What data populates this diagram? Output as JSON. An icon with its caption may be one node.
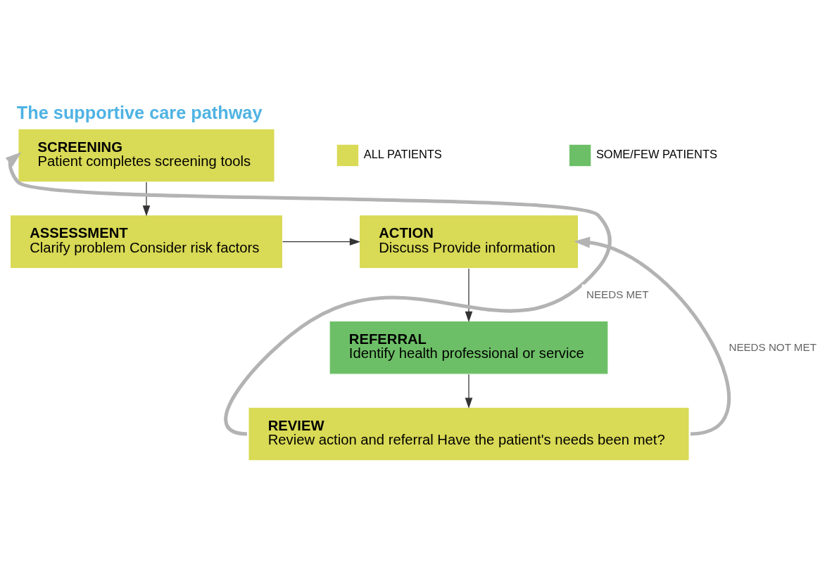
{
  "diagram": {
    "title": "The supportive care pathway",
    "nodes": [
      {
        "text": [
          "SCREENING",
          "Patient completes screening tools"
        ]
      },
      {
        "text": [
          "ASSESSMENT",
          "Clarify problem Consider risk factors"
        ]
      },
      {
        "text": [
          "ACTION",
          "Discuss Provide information"
        ]
      },
      {
        "text": [
          "REFERRAL",
          "Identify health professional or service"
        ]
      },
      {
        "text": [
          "REVIEW",
          "Review action and referral Have the patient's needs been met?"
        ]
      }
    ],
    "edges": [
      {
        "from": 0,
        "to": 1,
        "arrow": "to"
      },
      {
        "from": 1,
        "to": 2,
        "arrow": "to"
      },
      {
        "from": 2,
        "to": 3,
        "arrow": "to"
      },
      {
        "from": 3,
        "to": 4,
        "arrow": "to"
      },
      {
        "from": 4,
        "to": 0,
        "arrow": "to",
        "label": "NEEDS MET",
        "style": "thick",
        "color": "#b3b3b3"
      },
      {
        "from": 4,
        "to": 2,
        "arrow": "to",
        "label": "NEEDS NOT MET",
        "style": "thick",
        "color": "#b3b3b3"
      }
    ],
    "legend": [
      {
        "text": "ALL PATIENTS",
        "color": "#d9da55"
      },
      {
        "text": "SOME/FEW PATIENTS",
        "color": "#6dbf67"
      }
    ]
  }
}
